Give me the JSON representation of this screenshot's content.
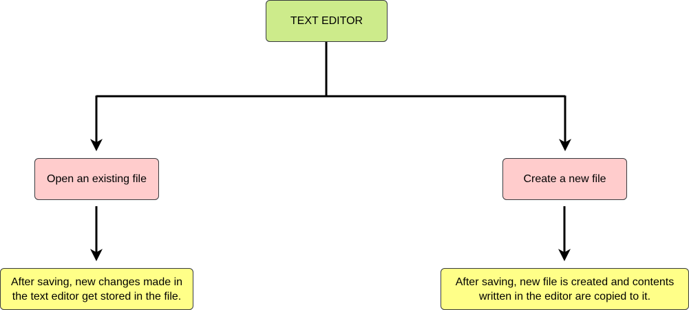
{
  "diagram": {
    "colors": {
      "root_fill": "#cdeb8b",
      "action_fill": "#ffcccc",
      "note_fill": "#ffff88",
      "stroke": "#000000",
      "border": "#36393d"
    },
    "root": {
      "label": "TEXT EDITOR"
    },
    "branches": [
      {
        "label": "Open an existing file",
        "note": "After saving, new changes made in the text editor get stored in the file."
      },
      {
        "label": "Create a new file",
        "note": "After saving, new file is created and contents written in the editor are copied to it."
      }
    ]
  }
}
